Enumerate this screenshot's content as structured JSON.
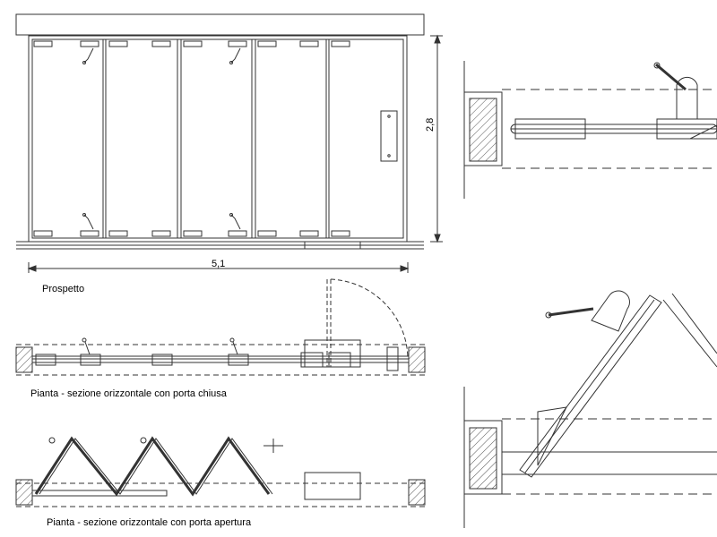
{
  "labels": {
    "width_dimension": "5,1",
    "height_dimension": "2,8",
    "elevation_caption": "Prospetto",
    "plan_closed_caption": "Pianta - sezione orizzontale con porta chiusa",
    "plan_open_caption": "Pianta - sezione orizzontale con porta apertura"
  },
  "colors": {
    "line": "#333333",
    "light_line": "#777777",
    "fill": "#e8e8e8"
  }
}
